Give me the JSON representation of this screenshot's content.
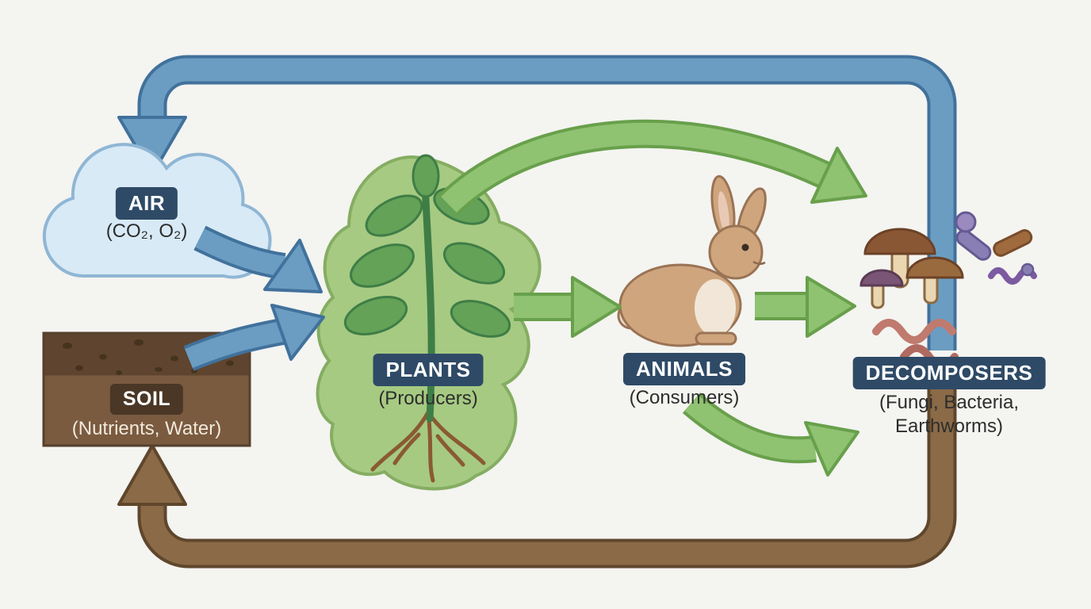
{
  "nodes": {
    "air": {
      "label": "AIR",
      "sub": "(CO₂, O₂)"
    },
    "soil": {
      "label": "SOIL",
      "sub": "(Nutrients, Water)"
    },
    "plants": {
      "label": "PLANTS",
      "sub": "(Producers)"
    },
    "animals": {
      "label": "ANIMALS",
      "sub": "(Consumers)"
    },
    "decomposers": {
      "label": "DECOMPOSERS",
      "sub": "(Fungi, Bacteria, Earthworms)"
    }
  },
  "colors": {
    "background": "#f4f4f1",
    "blue_arrow": "#6b9dc2",
    "blue_outline": "#41719c",
    "green_arrow": "#8fc271",
    "green_outline": "#68a04b",
    "brown_arrow": "#8a6a47",
    "brown_outline": "#5f462c",
    "badge_blue": "#2e4a66",
    "badge_brown": "#4a3726",
    "cloud_fill": "#d8eaf6",
    "soil_dark": "#5f452f",
    "soil_light": "#7a5b40",
    "plant_blob": "#a6ca82"
  }
}
